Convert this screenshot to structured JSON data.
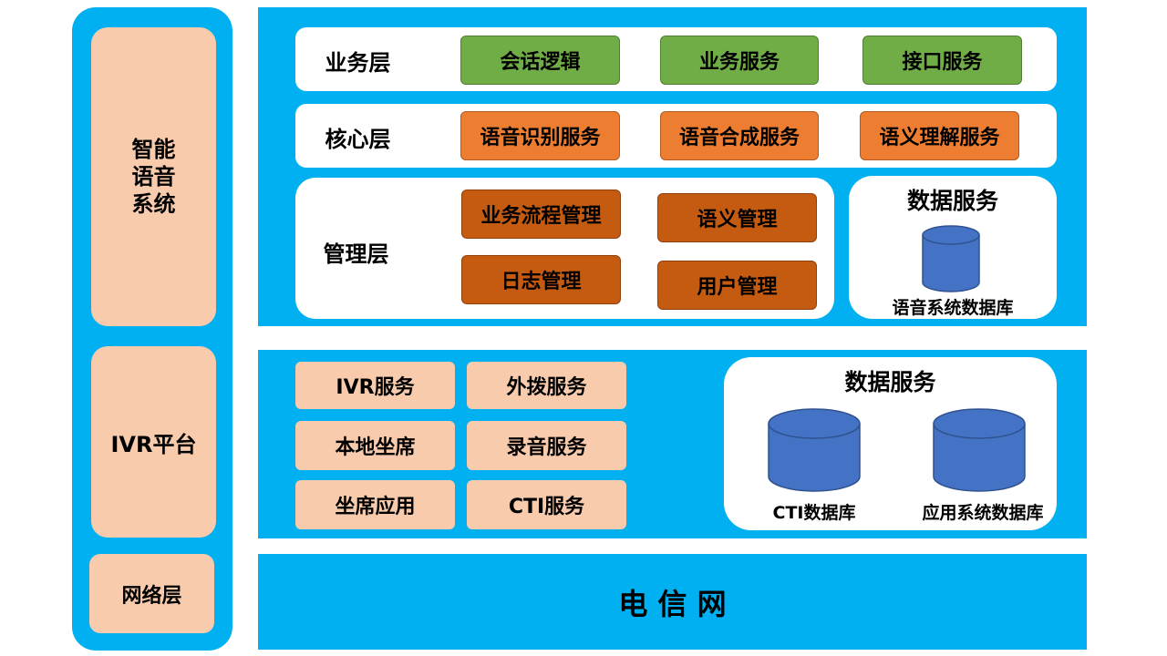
{
  "left": {
    "smart_voice": "智能\n语音\n系统",
    "ivr_platform": "IVR平台",
    "network_layer": "网络层"
  },
  "business_layer": {
    "label": "业务层",
    "items": [
      "会话逻辑",
      "业务服务",
      "接口服务"
    ]
  },
  "core_layer": {
    "label": "核心层",
    "items": [
      "语音识别服务",
      "语音合成服务",
      "语义理解服务"
    ]
  },
  "management_layer": {
    "label": "管理层",
    "items": [
      "业务流程管理",
      "语义管理",
      "日志管理",
      "用户管理"
    ]
  },
  "data_service_top": {
    "title": "数据服务",
    "db_label": "语音系统数据库"
  },
  "ivr_services": {
    "items": [
      "IVR服务",
      "外拨服务",
      "本地坐席",
      "录音服务",
      "坐席应用",
      "CTI服务"
    ]
  },
  "data_service_bottom": {
    "title": "数据服务",
    "db1_label": "CTI数据库",
    "db2_label": "应用系统数据库"
  },
  "telecom": {
    "label": "电 信 网"
  },
  "colors": {
    "blue_panel": "#00b0f0",
    "peach": "#f8cbad",
    "green": "#70ad47",
    "orange": "#ed7d31",
    "brown": "#c55a11",
    "database": "#4472c4"
  }
}
